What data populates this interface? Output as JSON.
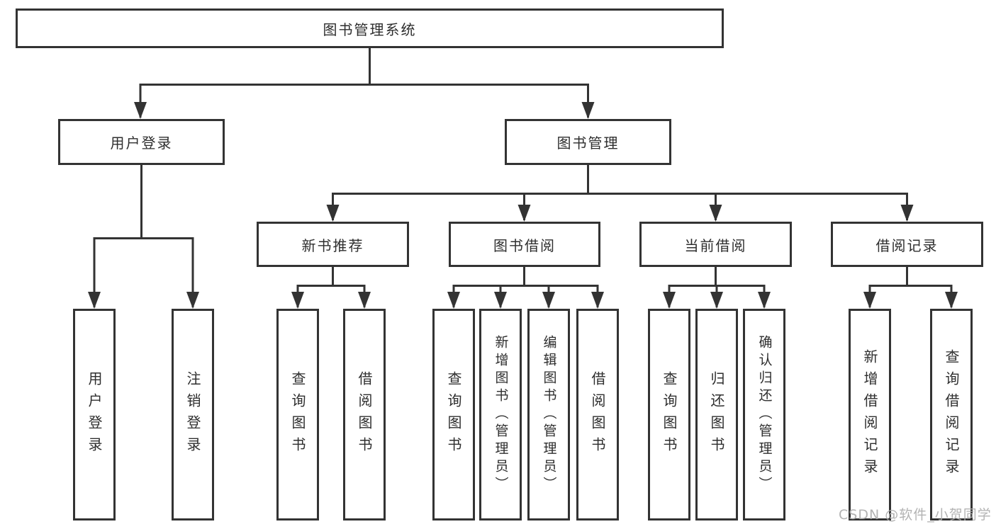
{
  "diagram": {
    "type": "hierarchy-tree",
    "colors": {
      "line": "#333333",
      "box_border": "#333333",
      "box_fill": "#ffffff",
      "text": "#2e2e2e",
      "watermark_text_color": "#acacac",
      "background": "#ffffff"
    },
    "root": {
      "label": "图书管理系统"
    },
    "level2": [
      {
        "label": "用户登录",
        "parent": "图书管理系统"
      },
      {
        "label": "图书管理",
        "parent": "图书管理系统"
      }
    ],
    "level3": [
      {
        "label": "新书推荐",
        "parent": "图书管理"
      },
      {
        "label": "图书借阅",
        "parent": "图书管理"
      },
      {
        "label": "当前借阅",
        "parent": "图书管理"
      },
      {
        "label": "借阅记录",
        "parent": "图书管理"
      }
    ],
    "leaves": [
      {
        "label": "用户登录",
        "parent": "用户登录"
      },
      {
        "label": "注销登录",
        "parent": "用户登录"
      },
      {
        "label": "查询图书",
        "parent": "新书推荐"
      },
      {
        "label": "借阅图书",
        "parent": "新书推荐"
      },
      {
        "label": "查询图书",
        "parent": "图书借阅"
      },
      {
        "label": "新增图书（管理员）",
        "parent": "图书借阅"
      },
      {
        "label": "编辑图书（管理员）",
        "parent": "图书借阅"
      },
      {
        "label": "借阅图书",
        "parent": "图书借阅"
      },
      {
        "label": "查询图书",
        "parent": "当前借阅"
      },
      {
        "label": "归还图书",
        "parent": "当前借阅"
      },
      {
        "label": "确认归还（管理员）",
        "parent": "当前借阅"
      },
      {
        "label": "新增借阅记录",
        "parent": "借阅记录"
      },
      {
        "label": "查询借阅记录",
        "parent": "借阅记录"
      }
    ]
  },
  "watermark": {
    "text": "CSDN @软件_小贺同学"
  }
}
